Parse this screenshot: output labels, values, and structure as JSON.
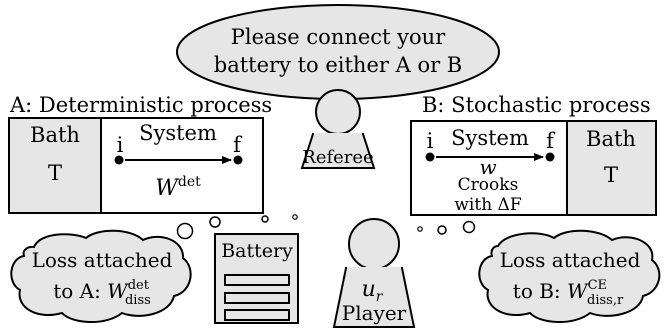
{
  "referee_bubble": {
    "line1": "Please connect your",
    "line2": "battery to either A or B"
  },
  "referee": {
    "label": "Referee"
  },
  "panel_a": {
    "title": "A: Deterministic process",
    "bath_label": "Bath",
    "bath_temp": "T",
    "system_label": "System",
    "state_initial": "i",
    "state_final": "f",
    "work_symbol": "W",
    "work_superscript": "det"
  },
  "panel_b": {
    "title": "B: Stochastic process",
    "bath_label": "Bath",
    "bath_temp": "T",
    "system_label": "System",
    "state_initial": "i",
    "state_final": "f",
    "work_symbol": "w",
    "crooks_line1": "Crooks",
    "crooks_line2": "with ΔF"
  },
  "battery": {
    "label": "Battery"
  },
  "player": {
    "utility_symbol": "u",
    "utility_subscript": "r",
    "label": "Player"
  },
  "loss_a": {
    "line1": "Loss attached",
    "line2_prefix": "to A: ",
    "symbol": "W",
    "superscript": "det",
    "subscript": "diss"
  },
  "loss_b": {
    "line1": "Loss attached",
    "line2_prefix": "to B: ",
    "symbol": "W",
    "superscript": "CE",
    "subscript": "diss,r"
  }
}
